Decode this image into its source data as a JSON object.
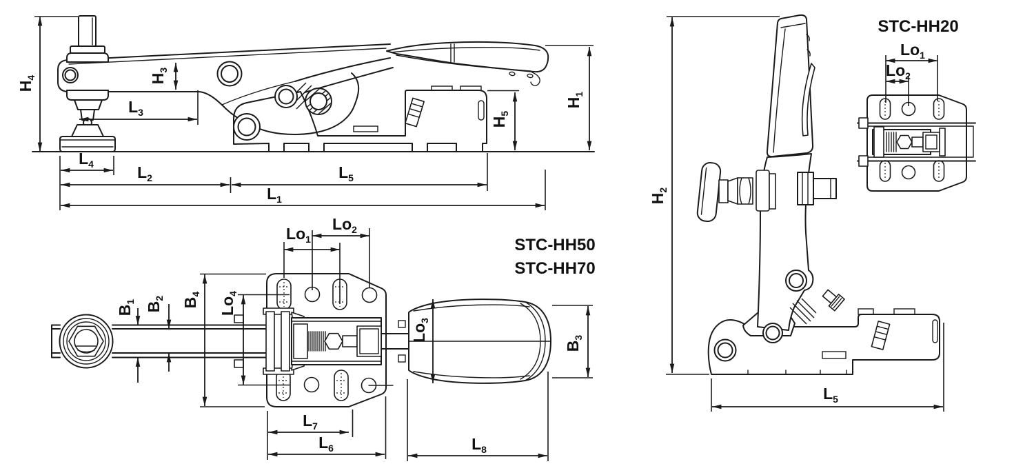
{
  "colors": {
    "line": "#1a1a1a",
    "background": "#ffffff"
  },
  "models": {
    "hh50": "STC-HH50",
    "hh70": "STC-HH70",
    "hh20": "STC-HH20"
  },
  "dimension_labels": {
    "H1": {
      "main": "H",
      "sub": "1"
    },
    "H2": {
      "main": "H",
      "sub": "2"
    },
    "H3": {
      "main": "H",
      "sub": "3"
    },
    "H4": {
      "main": "H",
      "sub": "4"
    },
    "H5": {
      "main": "H",
      "sub": "5"
    },
    "L1": {
      "main": "L",
      "sub": "1"
    },
    "L2": {
      "main": "L",
      "sub": "2"
    },
    "L3": {
      "main": "L",
      "sub": "3"
    },
    "L4": {
      "main": "L",
      "sub": "4"
    },
    "L5": {
      "main": "L",
      "sub": "5"
    },
    "L6": {
      "main": "L",
      "sub": "6"
    },
    "L7": {
      "main": "L",
      "sub": "7"
    },
    "L8": {
      "main": "L",
      "sub": "8"
    },
    "Lo1": {
      "main": "Lo",
      "sub": "1"
    },
    "Lo2": {
      "main": "Lo",
      "sub": "2"
    },
    "Lo3": {
      "main": "Lo",
      "sub": "3"
    },
    "Lo4": {
      "main": "Lo",
      "sub": "4"
    },
    "B1": {
      "main": "B",
      "sub": "1"
    },
    "B2": {
      "main": "B",
      "sub": "2"
    },
    "B3": {
      "main": "B",
      "sub": "3"
    },
    "B4": {
      "main": "B",
      "sub": "4"
    }
  }
}
